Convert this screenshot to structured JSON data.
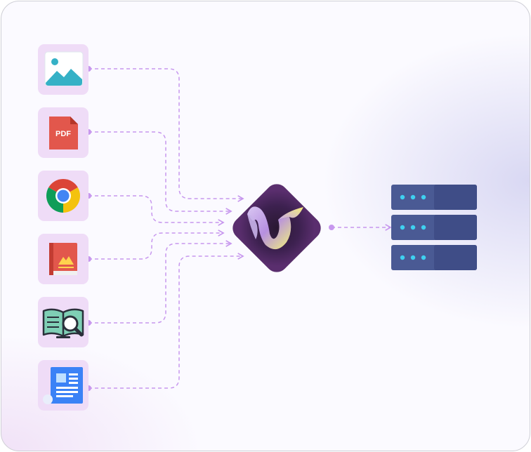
{
  "diagram": {
    "sources": [
      {
        "id": "image",
        "icon": "image-icon"
      },
      {
        "id": "pdf",
        "icon": "pdf-icon",
        "label": "PDF"
      },
      {
        "id": "chrome",
        "icon": "chrome-icon"
      },
      {
        "id": "book",
        "icon": "book-icon"
      },
      {
        "id": "open-book-search",
        "icon": "open-book-search-icon"
      },
      {
        "id": "document",
        "icon": "document-icon"
      }
    ],
    "hub": {
      "icon": "hub-logo-icon"
    },
    "target": {
      "icon": "server-icon"
    },
    "colors": {
      "tile_bg": "#efdcf7",
      "connector": "#c797ee",
      "hub_dark": "#2c1a3a",
      "hub_glow": "#5a2e6e",
      "server_body": "#4a5a94",
      "server_led": "#3fd0ef"
    }
  }
}
